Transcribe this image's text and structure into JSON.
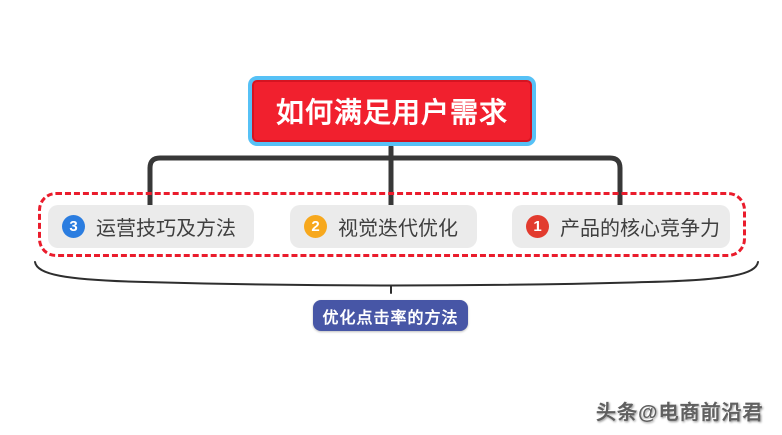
{
  "title": {
    "text": "如何满足用户需求"
  },
  "branches": [
    {
      "number": "3",
      "label": "运营技巧及方法",
      "badge_color": "#2b7de0"
    },
    {
      "number": "2",
      "label": "视觉迭代优化",
      "badge_color": "#f7a81d"
    },
    {
      "number": "1",
      "label": "产品的核心竞争力",
      "badge_color": "#e23b2e"
    }
  ],
  "summary": {
    "label": "优化点击率的方法"
  },
  "watermark": {
    "text": "头条@电商前沿君"
  },
  "colors": {
    "title_fill": "#f1202e",
    "title_border": "#56c1f6",
    "connector": "#383838",
    "group_border": "#ea1c2c",
    "box_fill": "#ebebeb",
    "box_text": "#3f3f3f",
    "summary_fill": "#4756a6",
    "brace": "#2e2e2e"
  }
}
